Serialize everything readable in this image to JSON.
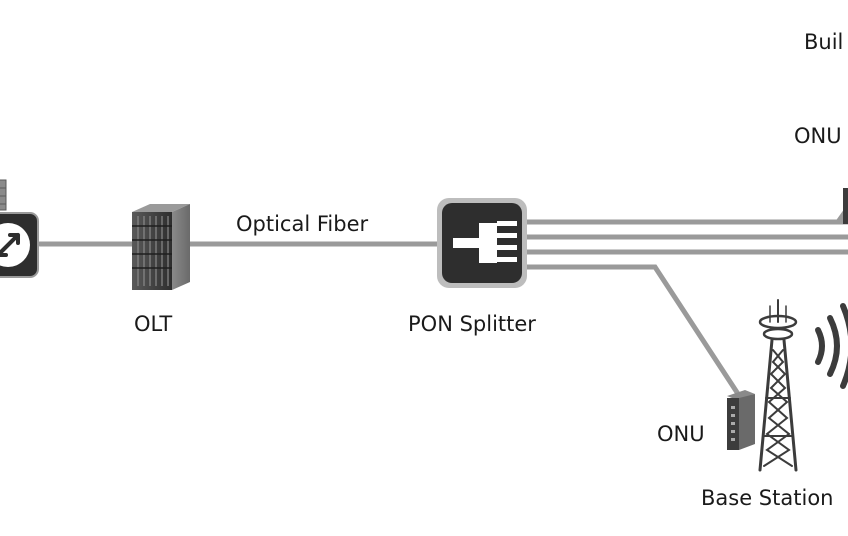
{
  "labels": {
    "optical_fiber": "Optical Fiber",
    "olt": "OLT",
    "pon_splitter": "PON Splitter",
    "onu_building": "ONU",
    "building": "Buil",
    "onu_base_station": "ONU",
    "base_station": "Base Station"
  },
  "icons": {
    "router": "router-icon",
    "olt": "server-rack-icon",
    "splitter": "splitter-icon",
    "onu": "onu-device-icon",
    "tower": "cell-tower-icon",
    "signal": "wireless-signal-icon"
  },
  "colors": {
    "fiber": "#9a9a9a",
    "device_dark": "#3c3c3c",
    "background": "#ffffff"
  }
}
